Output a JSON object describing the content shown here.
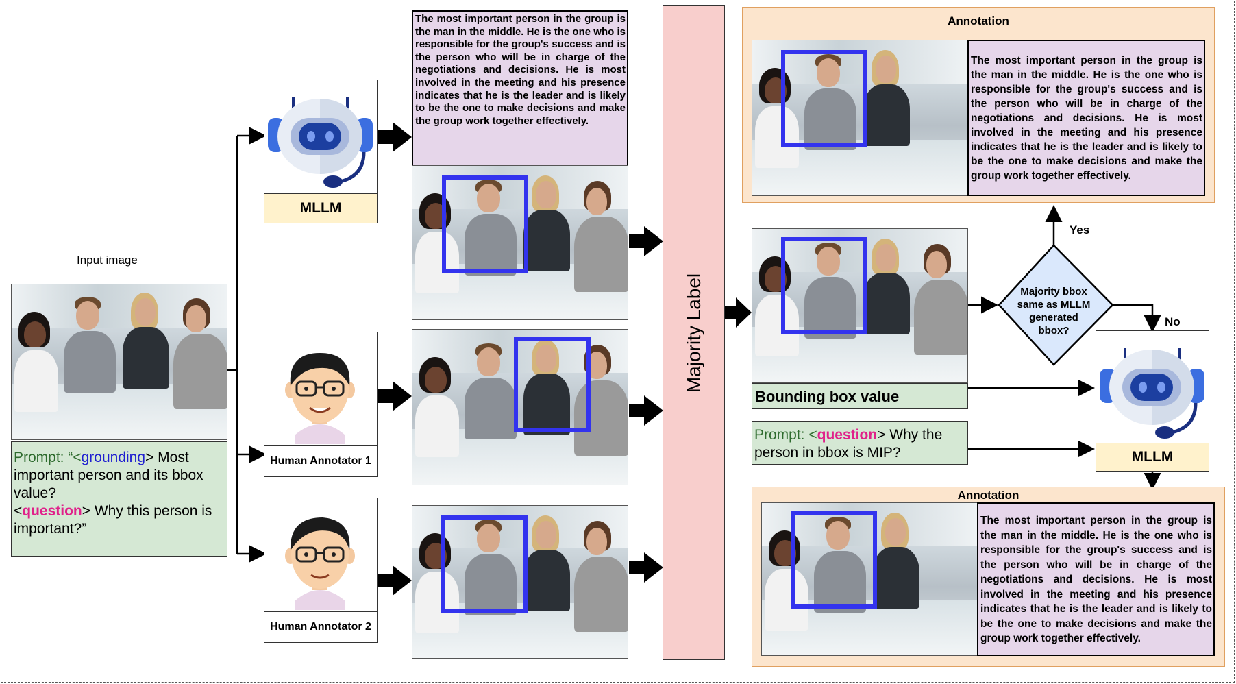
{
  "input_image_label": "Input image",
  "prompt_left": {
    "prefix": "Prompt: “<",
    "tag1": "grounding",
    "text1": "> Most important person and its bbox value?",
    "lt": "<",
    "tag2": "question",
    "text2": "> Why this person is important?”"
  },
  "mllm_label": "MLLM",
  "annotator1_label": "Human Annotator 1",
  "annotator2_label": "Human Annotator 2",
  "mllm_response": "The most important person in the group is the man in the middle. He is the one who is responsible for the group's success and is the person who will be in charge of the negotiations and decisions. He is most involved in the meeting and his presence indicates that he is the leader and is likely to be the one to make decisions and make the group work together effectively.",
  "majority_label": "Majority Label",
  "annotation_title": "Annotation",
  "bbox_value_label": "Bounding box value",
  "prompt_right": {
    "prefix": "Prompt: <",
    "tag": "question",
    "text": "> Why the person in bbox is MIP?"
  },
  "decision_text": "Majority bbox same as MLLM generated bbox?",
  "yes_label": "Yes",
  "no_label": "No",
  "mllm_label_right": "MLLM",
  "colors": {
    "bbox": "#3333ee",
    "grounding_tag": "#1f1fd0",
    "question_tag": "#e0208a",
    "prompt_word": "#2e6b2e",
    "majority_bar": "#f8cecc",
    "text_panel": "#e6d6ea"
  },
  "icons": [
    "robot-icon",
    "man-avatar-icon",
    "arrow-icon"
  ]
}
